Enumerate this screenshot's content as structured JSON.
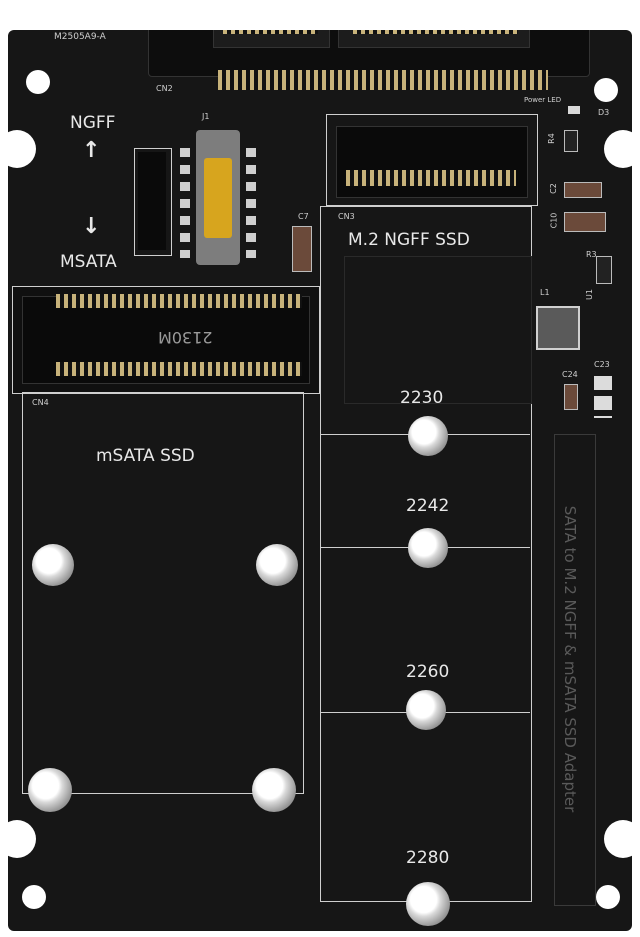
{
  "board": {
    "part_number": "M2505A9-A",
    "cn2": "CN2",
    "power_led": "Power LED",
    "d3": "D3",
    "j1": "J1",
    "c7": "C7",
    "cn3": "CN3",
    "cn4": "CN4",
    "r4": "R4",
    "c2": "C2",
    "c10": "C10",
    "r3": "R3",
    "l1": "L1",
    "u1": "U1",
    "c24": "C24",
    "c23": "C23",
    "chip_marking": "2130M"
  },
  "switch": {
    "ngff_label": "NGFF",
    "msata_label": "MSATA",
    "up_arrow": "↑",
    "down_arrow": "↓"
  },
  "slots": {
    "m2_label": "M.2  NGFF SSD",
    "msata_label": "mSATA SSD",
    "sizes": [
      "2230",
      "2242",
      "2260",
      "2280"
    ]
  },
  "side_text": "SATA to M.2 NGFF & mSATA SSD Adapter"
}
